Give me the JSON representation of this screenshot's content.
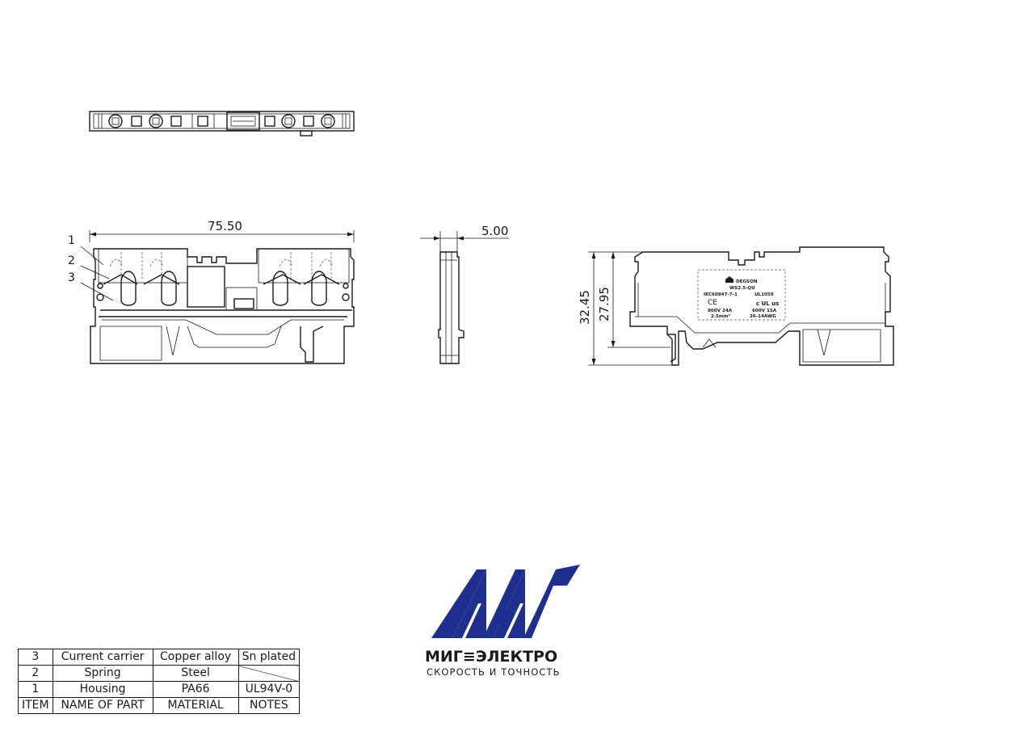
{
  "dimensions": {
    "length": "75.50",
    "width": "5.00",
    "height_total": "32.45",
    "height_rail": "27.95"
  },
  "callouts": [
    "1",
    "2",
    "3"
  ],
  "label_marking": {
    "brand": "DEGSON",
    "model": "WS2.5-QU",
    "standard_left": "IEC60947-7-1",
    "standard_right": "UL1059",
    "ce_mark": "CE",
    "ul_mark": "c UL us",
    "rating_left_1": "800V 24A",
    "rating_left_2": "2.5mm²",
    "rating_right_1": "600V 15A",
    "rating_right_2": "26-14AWG"
  },
  "bom": {
    "rows": [
      {
        "item": "3",
        "name": "Current carrier",
        "material": "Copper alloy",
        "notes": "Sn plated"
      },
      {
        "item": "2",
        "name": "Spring",
        "material": "Steel",
        "notes": ""
      },
      {
        "item": "1",
        "name": "Housing",
        "material": "PA66",
        "notes": "UL94V-0"
      }
    ],
    "header": {
      "item": "ITEM",
      "name": "NAME OF PART",
      "material": "MATERIAL",
      "notes": "NOTES"
    }
  },
  "logo": {
    "name": "МИГ≡ЭЛЕКТРО",
    "tagline": "СКОРОСТЬ И ТОЧНОСТЬ",
    "color": "#1f2f8f"
  },
  "icons": [
    "ce-mark-icon",
    "ul-mark-icon",
    "degson-logo-icon"
  ]
}
